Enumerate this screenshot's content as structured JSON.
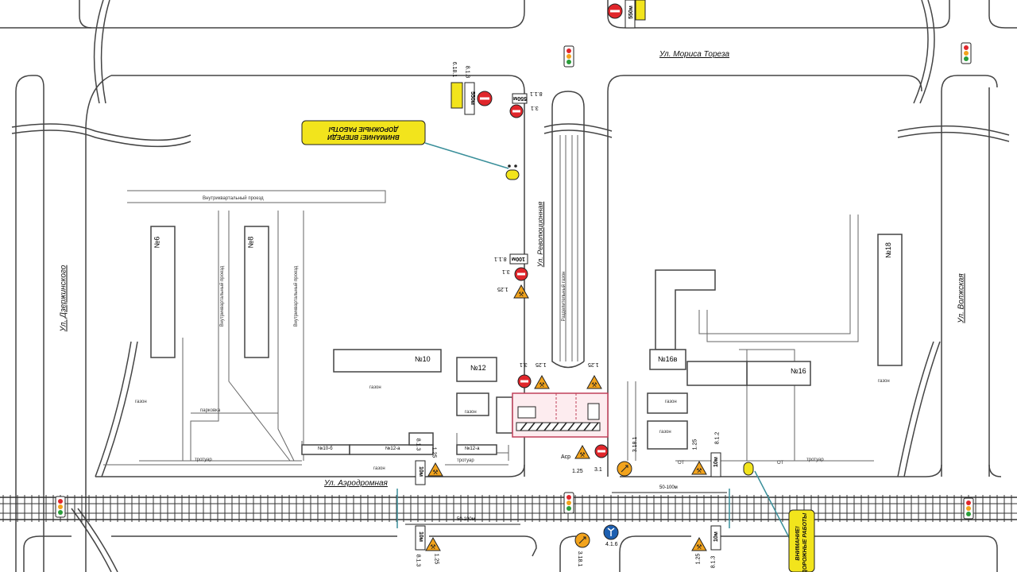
{
  "streets": {
    "moris_toreza": "Ул. Мориса Тореза",
    "dzerzhinskogo": "Ул. Дзержинского",
    "revolyutsionnaya": "Ул. Революционная",
    "volzhskaya": "Ул. Волжская",
    "aerodromnaya": "Ул. Аэродромная",
    "vnutrikvartalny_top": "Внутриквартальный проезд",
    "vnutrikvartalny_a": "Внутриквартальный проезд",
    "vnutrikvartalny_b": "Внутриквартальный проезд",
    "razdelitelny": "Разделительный газон"
  },
  "buildings": {
    "b6": "№6",
    "b8": "№8",
    "b10": "№10",
    "b12": "№12",
    "b10b": "№10-б",
    "b12a_left": "№12-а",
    "b12a": "№12-а",
    "b16v": "№16в",
    "b16": "№16",
    "b18": "№18"
  },
  "ground": {
    "gazon": "газон",
    "trotuar": "тротуар",
    "parkovka": "парковка",
    "ot": "ОТ"
  },
  "banners": {
    "warning": "ВНИМАНИЕ! ВПЕРЕДИ ДОРОЖНЫЕ РАБОТЫ",
    "warning_right": "ВНИМАНИЕ! ДОРОЖНЫЕ РАБОТЫ"
  },
  "signs": {
    "s_3_1": "3.1",
    "s_1_25": "1.25",
    "s_8_1_1": "8.1.1",
    "s_8_1_3": "8.1.3",
    "s_6_18_1": "6.18.1",
    "s_3_18_1": "3.18.1",
    "s_4_1_6": "4.1.6",
    "s_8_1_2": "8.1.2",
    "plate_550m": "550м",
    "plate_100m": "100м",
    "plate_10m": "10м",
    "zone_label": "Аср",
    "dist_50_100": "50-100м"
  },
  "colors": {
    "road_line": "#444444",
    "sign_red": "#e0262b",
    "sign_yellow": "#f2e41c",
    "sign_orange": "#f2a31c",
    "sign_blue": "#1d5fb0",
    "work_zone": "#c0405a",
    "rail": "#333333",
    "leader": "#3a8f9a"
  },
  "icons": [
    "traffic-light-icon",
    "no-entry-sign-icon",
    "road-works-sign-icon",
    "detour-sign-icon",
    "direction-sign-icon",
    "warning-lamp-icon"
  ]
}
